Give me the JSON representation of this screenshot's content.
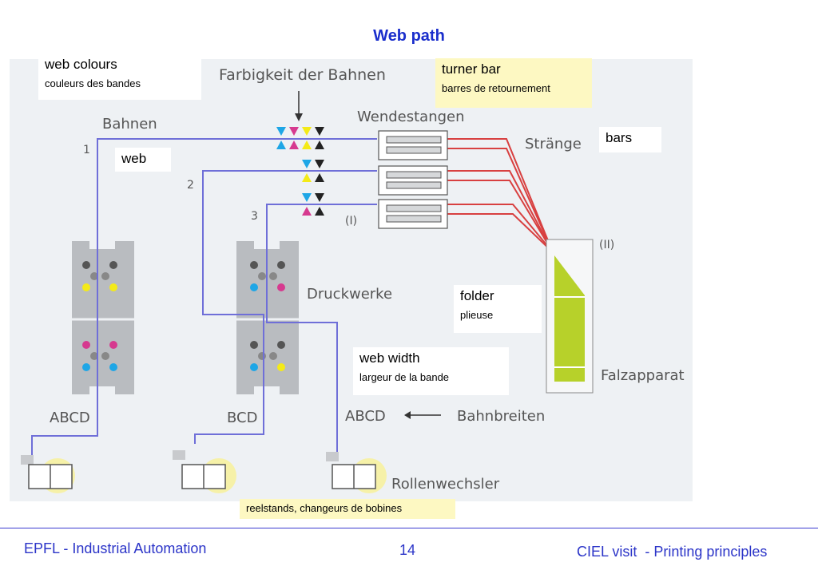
{
  "slide": {
    "title": "Web path"
  },
  "callouts": {
    "web_colours": {
      "main": "web colours",
      "sub": "couleurs des bandes"
    },
    "turner_bar": {
      "main": "turner bar",
      "sub": "barres de retournement"
    },
    "bars": {
      "main": "bars"
    },
    "web": {
      "main": "web"
    },
    "folder": {
      "main": "folder",
      "sub": "plieuse"
    },
    "web_width": {
      "main": "web width",
      "sub": "largeur de la bande"
    },
    "reelstands": {
      "main": "reelstands, changeurs de bobines"
    }
  },
  "figure_labels": {
    "farbigkeit": "Farbigkeit der Bahnen",
    "bahnen": "Bahnen",
    "wendestangen": "Wendestangen",
    "straenge": "Stränge",
    "druckwerke": "Druckwerke",
    "falzapparat": "Falzapparat",
    "bahnbreiten": "Bahnbreiten",
    "rollenwechsler": "Rollenwechsler",
    "web1": "1",
    "web2": "2",
    "web3": "3",
    "marker_I": "(I)",
    "marker_II": "(II)",
    "abcd_left": "ABCD",
    "bcd_mid": "BCD",
    "abcd_right": "ABCD"
  },
  "colors": {
    "title": "#1a2ecc",
    "web_line": "#6f6fd8",
    "strand_line": "#d84040",
    "folder_green": "#b7d12a",
    "cyan": "#1ea6e6",
    "magenta": "#d63a8f",
    "yellow": "#f4ea18",
    "black": "#222222",
    "footer": "#2b34c8"
  },
  "footer": {
    "left": "EPFL - Industrial Automation",
    "page": "14",
    "right": "CIEL visit  - Printing principles"
  }
}
